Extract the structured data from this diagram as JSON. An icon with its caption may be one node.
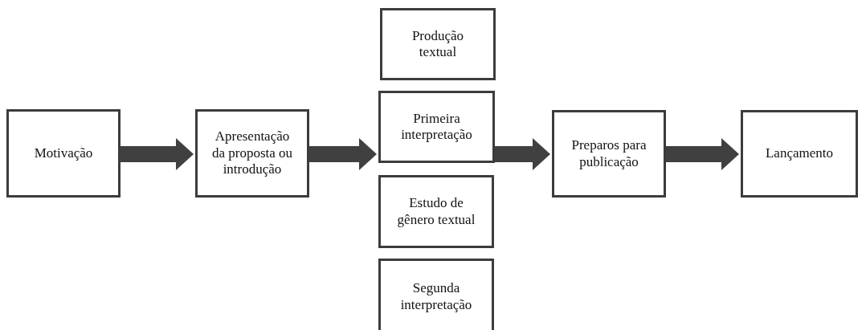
{
  "diagram": {
    "nodes": [
      {
        "text": [
          "Motivação"
        ]
      },
      {
        "text": [
          "Apresentação da proposta ou introdução"
        ]
      },
      {
        "text": [
          "Produção textual"
        ]
      },
      {
        "text": [
          "Primeira interpretação"
        ]
      },
      {
        "text": [
          "Estudo de gênero textual"
        ]
      },
      {
        "text": [
          "Segunda interpretação"
        ]
      },
      {
        "text": [
          "Preparos para publicação"
        ]
      },
      {
        "text": [
          "Lançamento"
        ]
      }
    ],
    "edges": [
      {
        "from": 0,
        "to": 1,
        "arrow": "to"
      },
      {
        "from": 1,
        "to": 3,
        "arrow": "to"
      },
      {
        "from": 3,
        "to": 6,
        "arrow": "to"
      },
      {
        "from": 6,
        "to": 7,
        "arrow": "to"
      }
    ]
  }
}
